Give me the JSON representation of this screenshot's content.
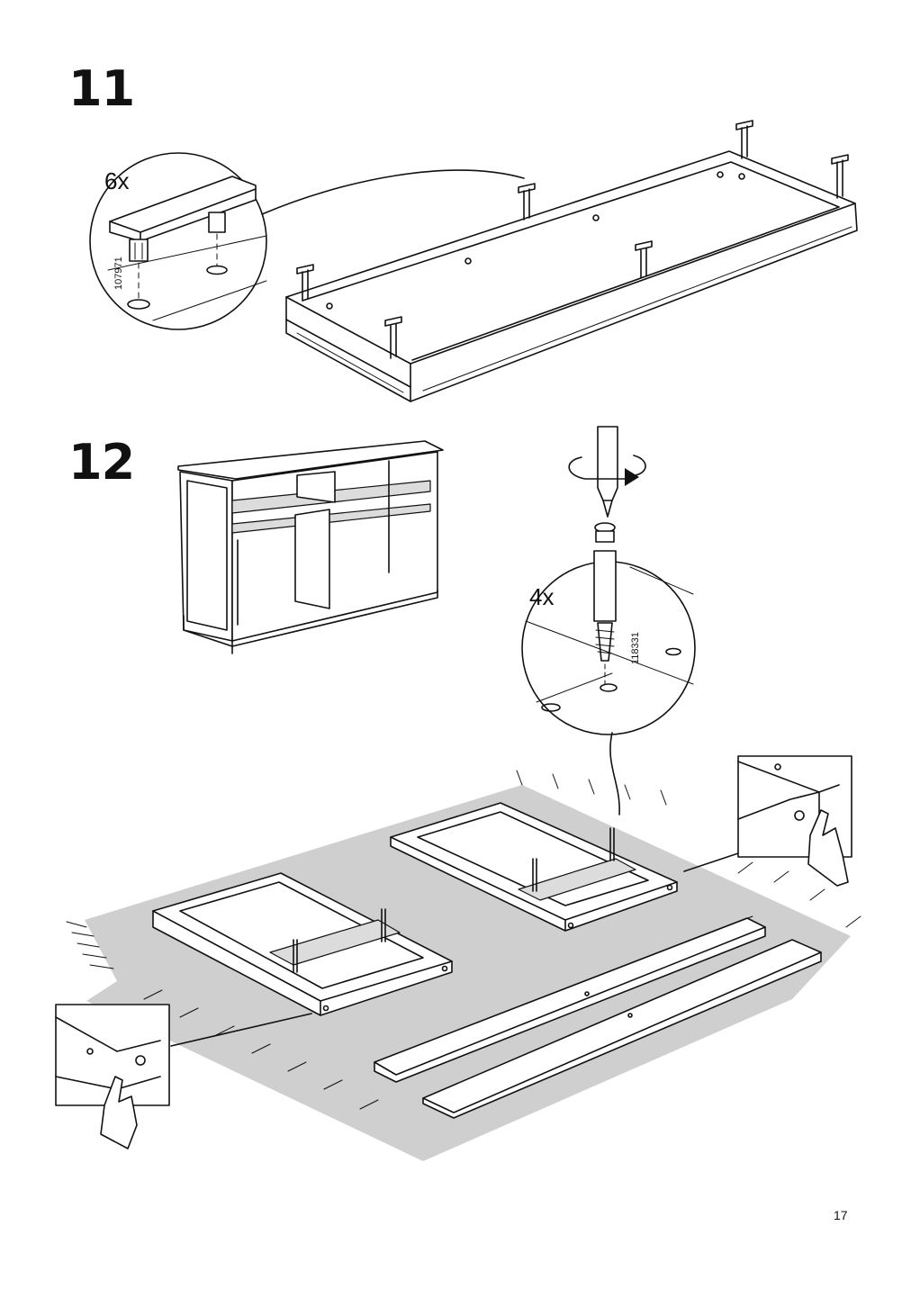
{
  "steps": [
    {
      "number": "11",
      "quantity": "6x",
      "part_number": "107971"
    },
    {
      "number": "12",
      "quantity": "4x",
      "part_number": "118331"
    }
  ],
  "page_number": "17",
  "icons": [
    "glide-foot-icon",
    "dowel-screw-icon",
    "screwdriver-icon",
    "rotate-arrow-icon",
    "hand-push-icon"
  ],
  "colors": {
    "ink": "#111111",
    "rug": "#cfcfcf",
    "paper": "#ffffff"
  }
}
